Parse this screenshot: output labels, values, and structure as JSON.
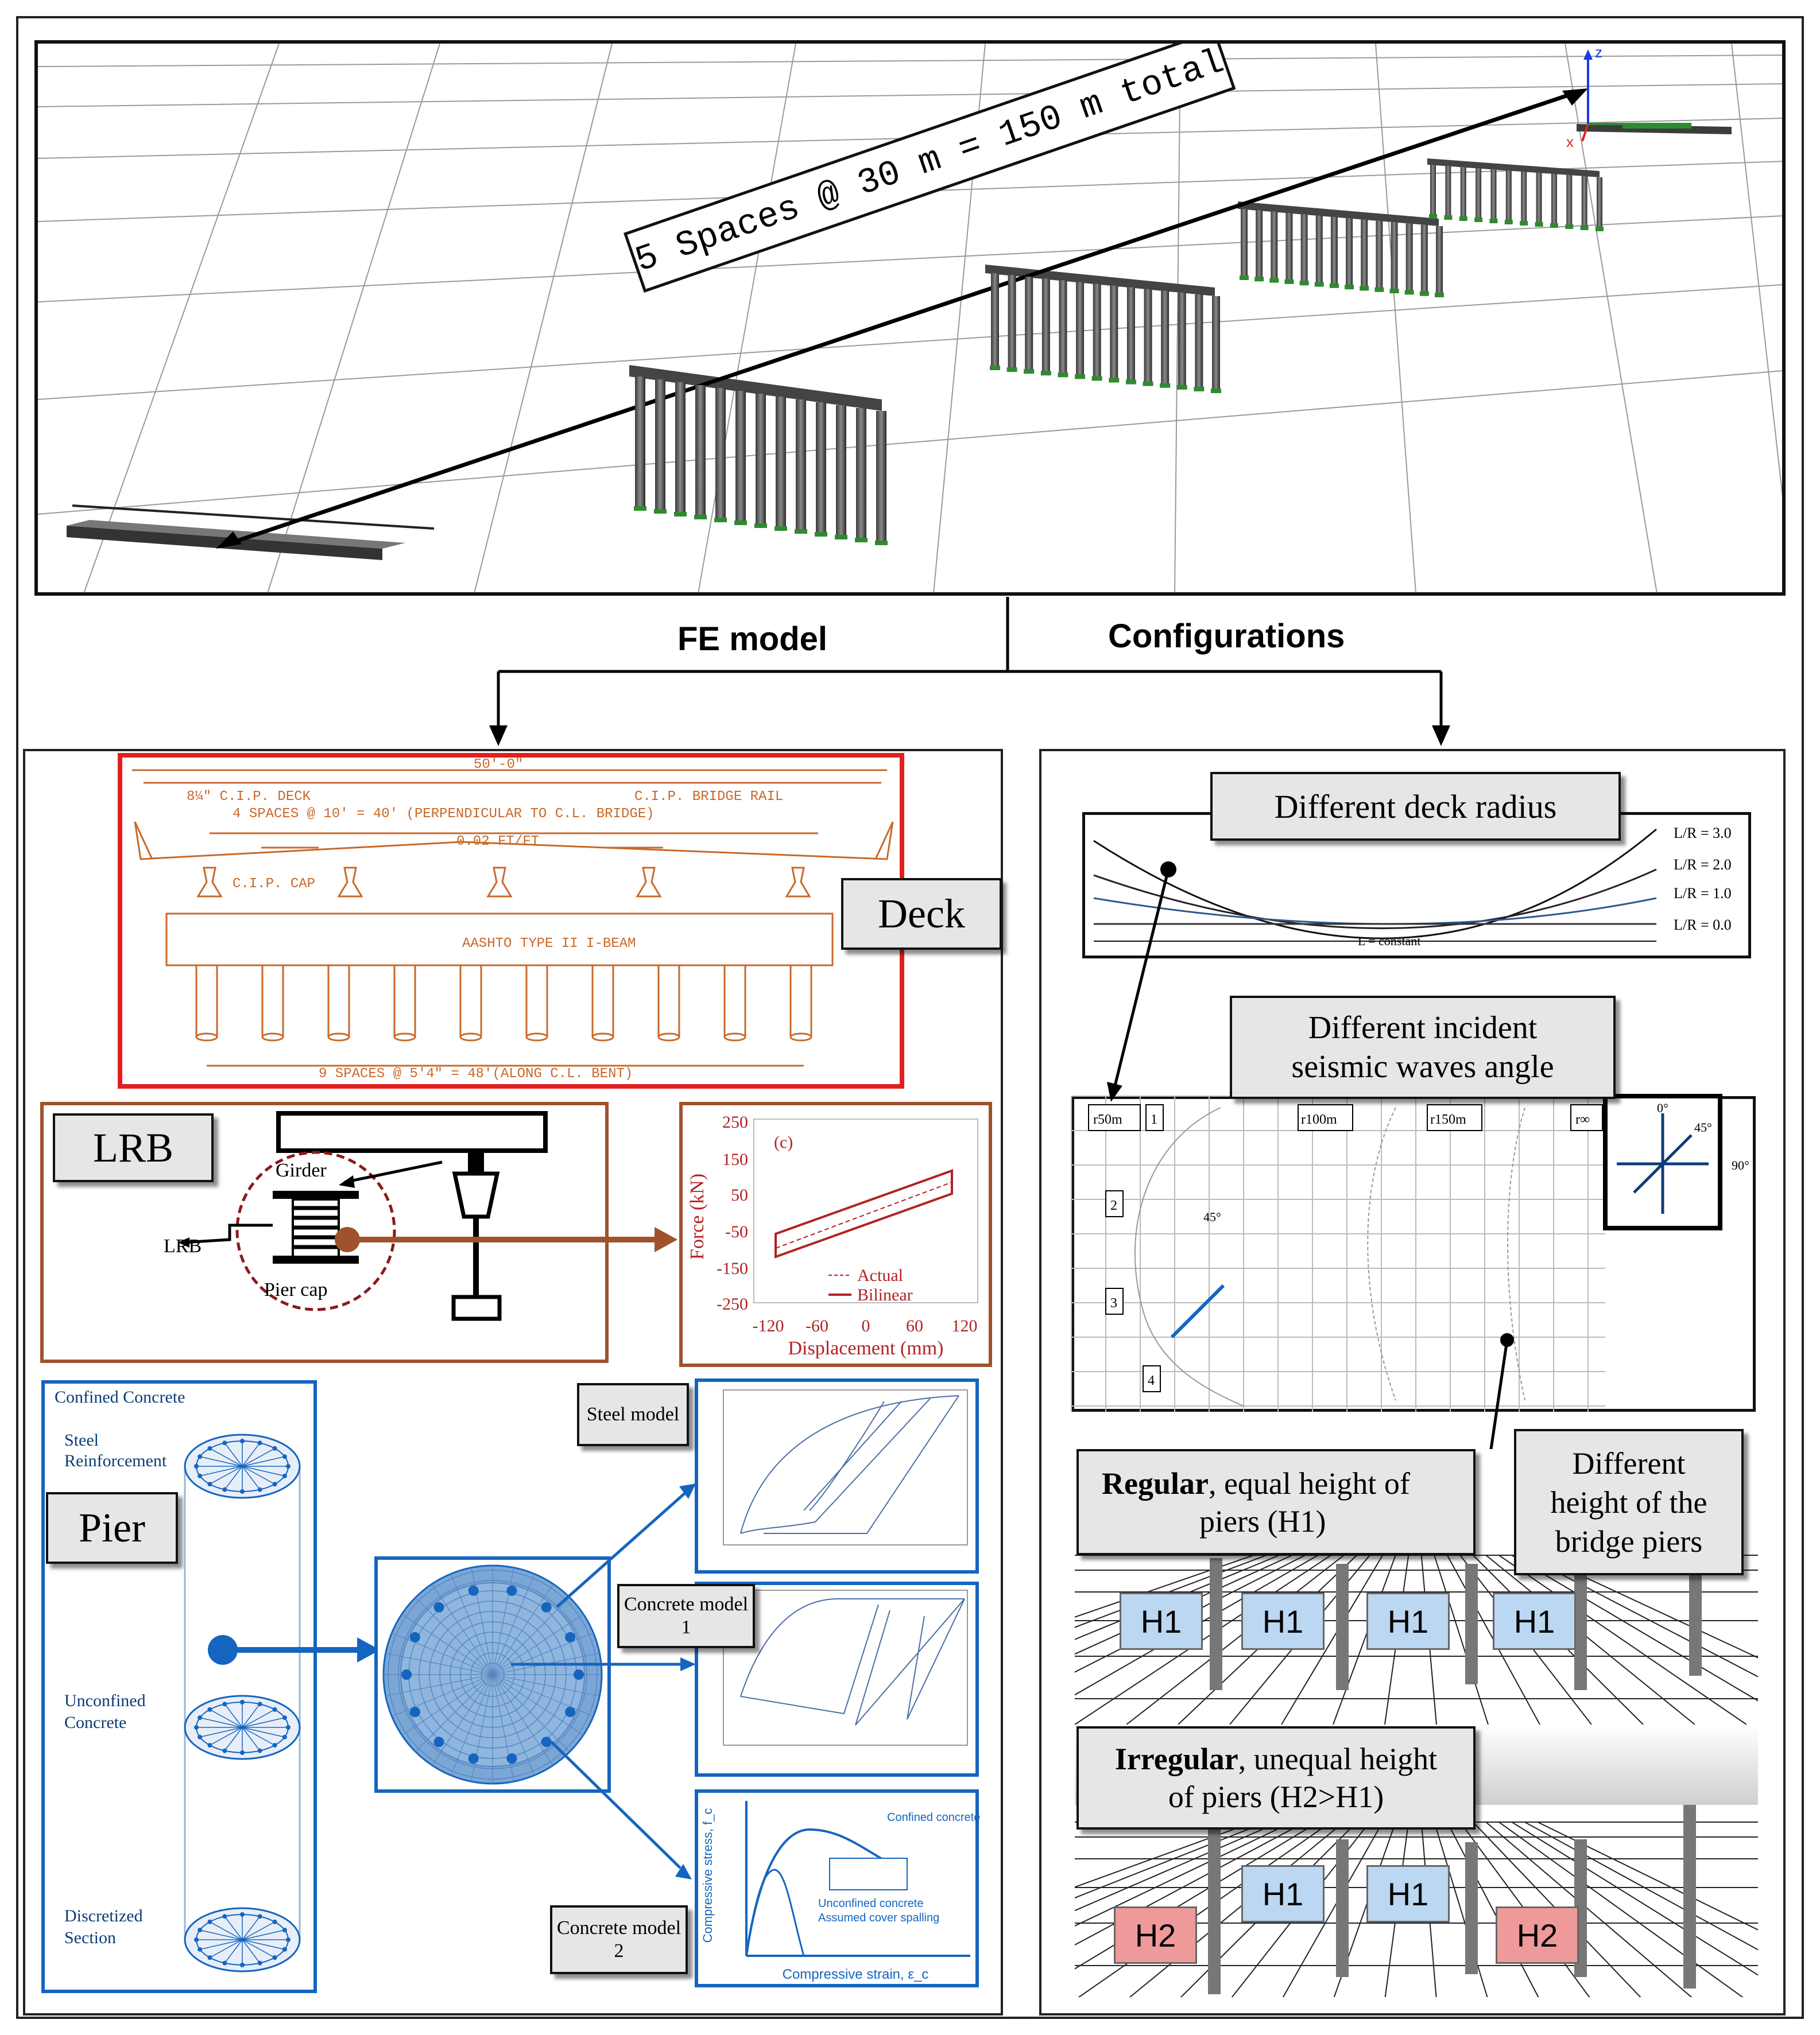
{
  "top": {
    "span_label": "5 Spaces @ 30 m = 150 m total",
    "axis_z": "z",
    "axis_x": "x"
  },
  "branches": {
    "fe_model": "FE model",
    "configurations": "Configurations"
  },
  "deck": {
    "label": "Deck",
    "dim_total": "50'-0\"",
    "cip_deck": "8¼\" C.I.P. DECK",
    "cip_rail": "C.I.P. BRIDGE RAIL",
    "spaces": "4 SPACES @ 10' = 40' (PERPENDICULAR TO C.L. BRIDGE)",
    "slope": "0.02 FT/FT",
    "cip_cap": "C.I.P. CAP",
    "beam": "AASHTO TYPE II I-BEAM",
    "bent": "9 SPACES @ 5'4\" = 48'(ALONG C.L. BENT)"
  },
  "lrb": {
    "label": "LRB",
    "girder": "Girder",
    "lrb_text": "LRB",
    "pier_cap": "Pier cap",
    "plot_tag": "(c)",
    "ylabel": "Force (kN)",
    "xlabel": "Displacement (mm)",
    "yticks": [
      "250",
      "150",
      "50",
      "-50",
      "-150",
      "-250"
    ],
    "xticks": [
      "-120",
      "-60",
      "0",
      "60",
      "120"
    ],
    "legend_actual": "Actual",
    "legend_bilinear": "Bilinear"
  },
  "pier": {
    "label": "Pier",
    "confined": "Confined Concrete",
    "steel_reinf": "Steel Reinforcement",
    "unconfined": "Unconfined Concrete",
    "discretized": "Discretized Section",
    "steel_model": "Steel model",
    "concrete_model_1": "Concrete model 1",
    "concrete_model_2": "Concrete model 2",
    "cm2_ylabel": "Compressive stress, f_c",
    "cm2_xlabel": "Compressive strain, ε_c",
    "cm2_confined": "Confined concrete",
    "cm2_unconfined": "Unconfined concrete",
    "cm2_spalling": "Assumed cover spalling"
  },
  "radius": {
    "label": "Different deck radius",
    "ratios": [
      "L/R = 3.0",
      "L/R = 2.0",
      "L/R = 1.0",
      "L/R = 0.0"
    ],
    "l_const": "L = constant"
  },
  "angle": {
    "label_line1": "Different incident",
    "label_line2": "seismic waves angle",
    "panels": [
      "r50m",
      "r100m",
      "r150m",
      "r∞"
    ],
    "numbers": [
      "1",
      "2",
      "3",
      "4"
    ],
    "angle45": "45°",
    "compass": {
      "n": "0°",
      "ne": "45°",
      "e": "90°"
    }
  },
  "heights": {
    "label_line1": "Different",
    "label_line2": "height of the",
    "label_line3": "bridge piers",
    "regular_bold": "Regular",
    "regular_rest1": ", equal height of",
    "regular_rest2": "piers (H1)",
    "irregular_bold": "Irregular",
    "irregular_rest1": ", unequal height",
    "irregular_rest2": "of piers (H2>H1)",
    "regular_boxes": [
      "H1",
      "H1",
      "H1",
      "H1"
    ],
    "irregular_boxes": [
      "H2",
      "H1",
      "H1",
      "H2"
    ]
  }
}
